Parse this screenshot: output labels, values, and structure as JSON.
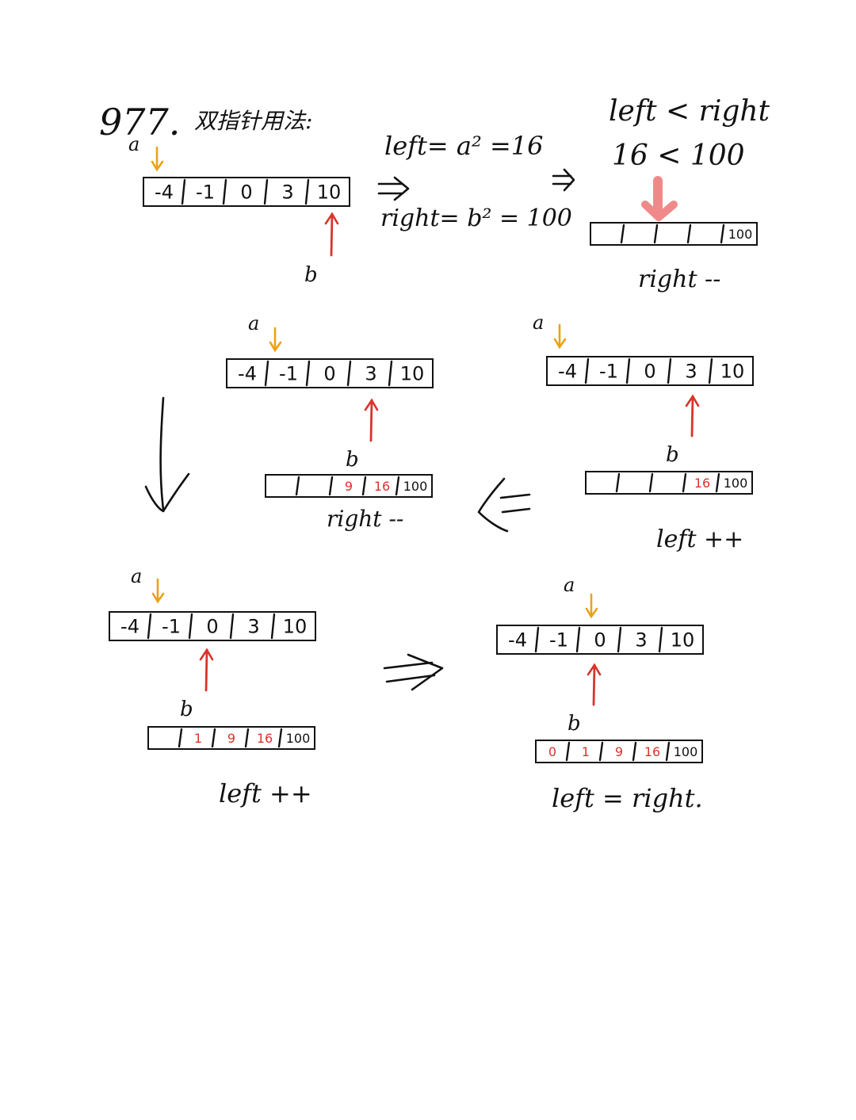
{
  "title": {
    "number": "977.",
    "subtitle": "双指针用法:"
  },
  "pointers": {
    "a": "a",
    "b": "b"
  },
  "formulas": {
    "left": "left= a² =16",
    "right": "right= b² = 100",
    "compare_top": "left < right",
    "compare_bottom": "16 < 100"
  },
  "source_array": [
    "-4",
    "-1",
    "0",
    "3",
    "10"
  ],
  "steps": {
    "step1_result": [
      "",
      "",
      "",
      "",
      "100"
    ],
    "step1_label": "right --",
    "step2_result": [
      "",
      "",
      "",
      "16",
      "100"
    ],
    "step2_label": "left ++",
    "step3_result": [
      "",
      "",
      "9",
      "16",
      "100"
    ],
    "step3_label": "right --",
    "step4_result": [
      "",
      "1",
      "9",
      "16",
      "100"
    ],
    "step4_label": "left ++",
    "step5_result": [
      "0",
      "1",
      "9",
      "16",
      "100"
    ],
    "step5_label": "left = right."
  },
  "colors": {
    "ink": "#111111",
    "pointer_a": "#e8a317",
    "pointer_b": "#d9342b",
    "highlight": "#f08a8a",
    "result_digit": "#d9342b"
  }
}
